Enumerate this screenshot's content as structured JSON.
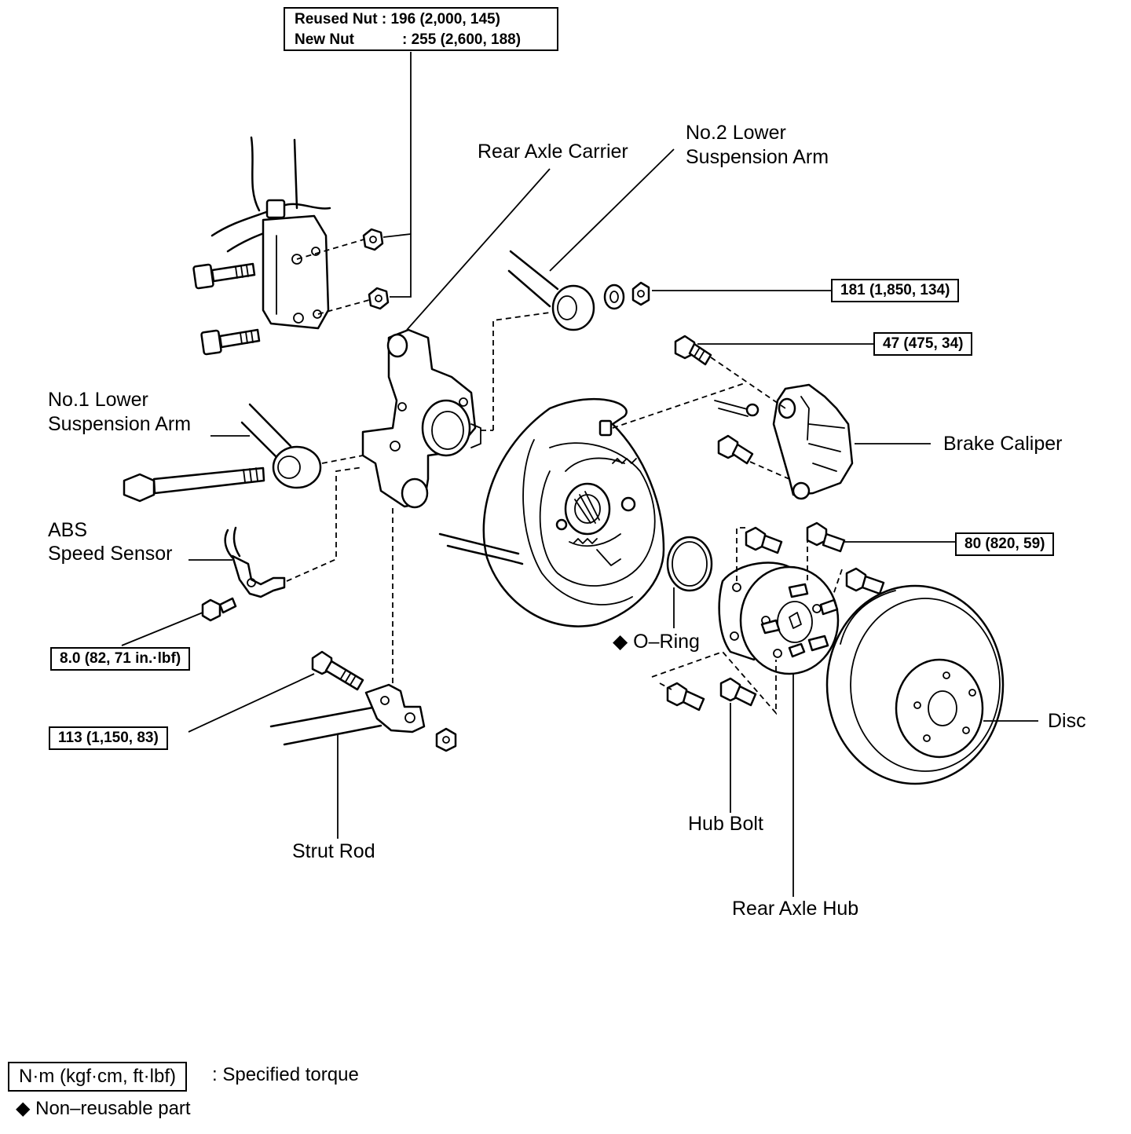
{
  "torque_specs": {
    "carrier_upper_nut": {
      "reused_label": "Reused Nut",
      "reused_value": ": 196 (2,000, 145)",
      "new_label": "New Nut",
      "new_value": ": 255 (2,600, 188)"
    },
    "no2_arm_nut": "181 (1,850, 134)",
    "caliper_bolt": "47 (475, 34)",
    "hub_bolt": "80 (820, 59)",
    "abs_sensor_bolt": "8.0 (82, 71 in.·lbf)",
    "strut_rod_bolt": "113 (1,150, 83)"
  },
  "labels": {
    "rear_axle_carrier": "Rear Axle Carrier",
    "no2_lower_arm": [
      "No.2 Lower",
      "Suspension Arm"
    ],
    "no1_lower_arm": [
      "No.1 Lower",
      "Suspension Arm"
    ],
    "brake_caliper": "Brake Caliper",
    "abs_sensor": [
      "ABS",
      "Speed Sensor"
    ],
    "o_ring": "◆ O–Ring",
    "disc": "Disc",
    "hub_bolt": "Hub Bolt",
    "strut_rod": "Strut Rod",
    "rear_axle_hub": "Rear Axle Hub"
  },
  "legend": {
    "torque_unit": "N·m (kgf·cm, ft·lbf)",
    "torque_desc": ": Specified torque",
    "nonreusable": "◆ Non–reusable part"
  }
}
